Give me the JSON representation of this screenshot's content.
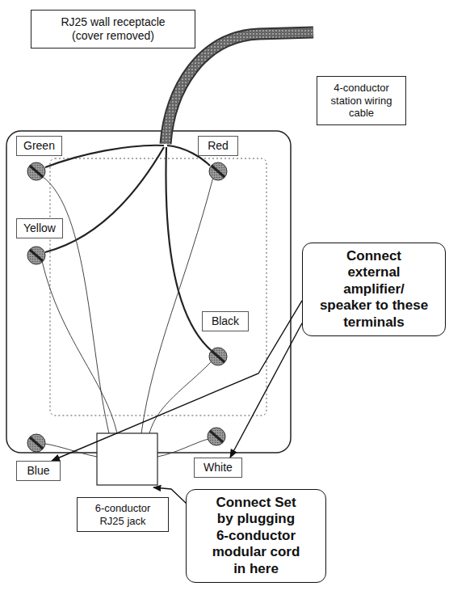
{
  "diagram": {
    "nodes": [
      {
        "text": [
          "RJ25 wall receptacle (cover removed)"
        ]
      },
      {
        "text": [
          "4-conductor station wiring cable"
        ]
      },
      {
        "text": [
          "Green"
        ]
      },
      {
        "text": [
          "Red"
        ]
      },
      {
        "text": [
          "Yellow"
        ]
      },
      {
        "text": [
          "Black"
        ]
      },
      {
        "text": [
          "Connect external amplifier/ speaker to these terminals"
        ]
      },
      {
        "text": [
          "Blue"
        ]
      },
      {
        "text": [
          "White"
        ]
      },
      {
        "text": [
          "6-conductor RJ25 jack"
        ]
      },
      {
        "text": [
          "Connect Set by plugging 6-conductor modular cord in here"
        ]
      }
    ],
    "edges": [
      {
        "from": 6,
        "to": 7,
        "arrow": "to"
      },
      {
        "from": 6,
        "to": 8,
        "arrow": "to"
      }
    ]
  }
}
